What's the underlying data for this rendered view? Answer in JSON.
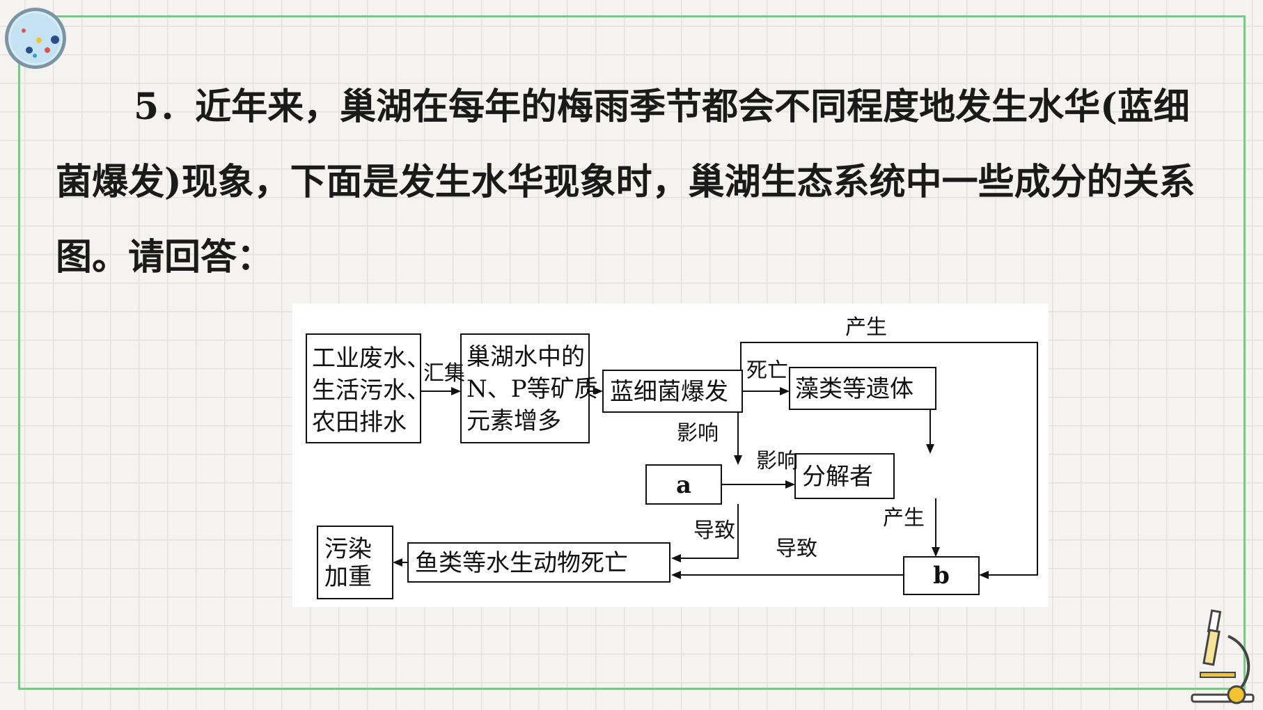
{
  "question": {
    "text": "5．近年来，巢湖在每年的梅雨季节都会不同程度地发生水华(蓝细菌爆发)现象，下面是发生水华现象时，巢湖生态系统中一些成分的关系图。请回答："
  },
  "diagram": {
    "nodes": {
      "sources": [
        "工业废水、",
        "生活污水、",
        "农田排水"
      ],
      "minerals": [
        "巢湖水中的",
        "N、P等矿质",
        "元素增多"
      ],
      "bloom": "蓝细菌爆发",
      "remains": "藻类等遗体",
      "a": "a",
      "decomposer": "分解者",
      "b": "b",
      "fish_death": "鱼类等水生动物死亡",
      "pollution": [
        "污染",
        "加重"
      ]
    },
    "edge_labels": {
      "collect": "汇集",
      "die": "死亡",
      "produce_top": "产生",
      "influence_1": "影响",
      "influence_2": "影响",
      "produce_b": "产生",
      "cause_a": "导致",
      "cause_b": "导致"
    }
  },
  "decorations": {
    "corner_badge": "dots-badge-icon",
    "microscope": "microscope-icon"
  }
}
